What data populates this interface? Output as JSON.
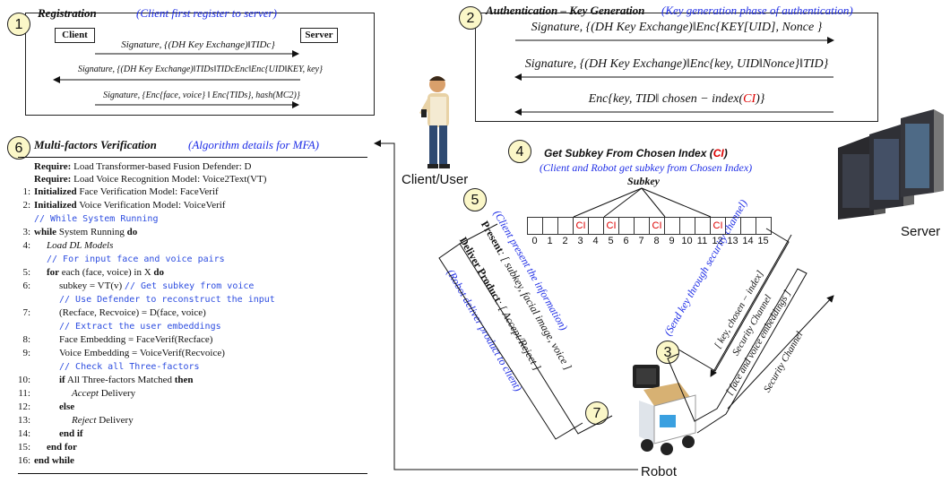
{
  "steps": {
    "registration": {
      "num": "1",
      "title": "Registration",
      "subtitle": "(Client first register to server)",
      "client_label": "Client",
      "server_label": "Server",
      "msg1": "Signature, {(DH Key Exchange)‖TIDc}",
      "msg2": "Signature, {(DH Key Exchange)‖TIDs‖TIDcEnc‖Enc{UID‖KEY, key}",
      "msg3": "Signature, {Enc{face, voice} ‖ Enc{TIDs}, hash(MC2)}"
    },
    "authentication": {
      "num": "2",
      "title": "Authentication – Key Generation",
      "subtitle": "(Key generation phase of authentication)",
      "msg1": "Signature, {(DH Key Exchange)‖Enc{KEY[UID], Nonce }",
      "msg2": "Signature, {(DH Key Exchange)‖Enc{key, UID‖Nonce}‖TID}",
      "msg3_prefix": "Enc{key, TID‖ chosen − index(",
      "msg3_ci": "CI",
      "msg3_suffix": ")}"
    },
    "send_key": {
      "num": "3",
      "subtitle": "(Send key through security channel)",
      "line1": "[ key, chosen − index]",
      "line2": "Security Channel",
      "line3": "[ face and voice embeddings ]",
      "line4": "Security Channel"
    },
    "subkey": {
      "num": "4",
      "title_prefix": "Get Subkey From Chosen Index (",
      "title_ci": "CI",
      "title_suffix": ")",
      "subtitle": "(Client and Robot get subkey from Chosen Index)",
      "label": "Subkey",
      "cells": [
        "",
        "",
        "",
        "CI",
        "",
        "CI",
        "",
        "",
        "CI",
        "",
        "",
        "",
        "CI",
        "",
        "",
        ""
      ],
      "indices": [
        "0",
        "1",
        "2",
        "3",
        "4",
        "5",
        "6",
        "7",
        "8",
        "9",
        "10",
        "11",
        "12",
        "13",
        "14",
        "15"
      ]
    },
    "present": {
      "num": "5",
      "subtitle": "(Client present the information)",
      "label": "Present",
      "content": ": [ subkey, facial image, voice ]"
    },
    "mfa": {
      "num": "6",
      "title": "Multi-factors Verification",
      "subtitle": "(Algorithm details for MFA)"
    },
    "deliver": {
      "num": "7",
      "subtitle": "(Robot deliver product to client)",
      "label": "Deliver Product",
      "content": ": [ Accept/Reject ]"
    }
  },
  "actors": {
    "client": "Client/User",
    "server": "Server",
    "robot": "Robot"
  },
  "algorithm": {
    "req1_label": "Require:",
    "req1_text": "Load Transformer-based Fusion Defender: D",
    "req2_label": "Require:",
    "req2_text": "Load Voice Recognition Model: Voice2Text(VT)",
    "lines": [
      {
        "n": "1:",
        "indent": 0,
        "bold": "Initialized",
        "text": " Face Verification Model: FaceVerif"
      },
      {
        "n": "2:",
        "indent": 0,
        "bold": "Initialized",
        "text": " Voice Verification Model: VoiceVerif"
      },
      {
        "n": "",
        "indent": 0,
        "comment": "// While System Running"
      },
      {
        "n": "3:",
        "indent": 0,
        "bold": "while",
        "text": " System Running ",
        "bold2": "do"
      },
      {
        "n": "4:",
        "indent": 1,
        "italic": "Load DL Models"
      },
      {
        "n": "",
        "indent": 1,
        "comment": "// For input face and voice pairs"
      },
      {
        "n": "5:",
        "indent": 1,
        "bold": "for",
        "text": " each (face, voice) in X ",
        "bold2": "do"
      },
      {
        "n": "6:",
        "indent": 2,
        "text": "subkey = VT(v) ",
        "comment": "// Get subkey from voice"
      },
      {
        "n": "",
        "indent": 2,
        "comment": "// Use Defender to reconstruct the input"
      },
      {
        "n": "7:",
        "indent": 2,
        "text": "(Recface, Recvoice) = D(face, voice)"
      },
      {
        "n": "",
        "indent": 2,
        "comment": "// Extract the user embeddings"
      },
      {
        "n": "8:",
        "indent": 2,
        "text": "Face Embedding = FaceVerif(Recface)"
      },
      {
        "n": "9:",
        "indent": 2,
        "text": "Voice Embedding = VoiceVerif(Recvoice)"
      },
      {
        "n": "",
        "indent": 2,
        "comment": "// Check all Three-factors"
      },
      {
        "n": "10:",
        "indent": 2,
        "bold": "if",
        "text": " All Three-factors Matched ",
        "bold2": "then"
      },
      {
        "n": "11:",
        "indent": 3,
        "italic": "Accept",
        "text": " Delivery"
      },
      {
        "n": "12:",
        "indent": 2,
        "bold": "else"
      },
      {
        "n": "13:",
        "indent": 3,
        "italic": "Reject",
        "text": " Delivery"
      },
      {
        "n": "14:",
        "indent": 2,
        "bold": "end if"
      },
      {
        "n": "15:",
        "indent": 1,
        "bold": "end for"
      },
      {
        "n": "16:",
        "indent": 0,
        "bold": "end while"
      }
    ]
  },
  "colors": {
    "accent_blue": "#1f2ee6",
    "ci_red": "#dd0000",
    "circle_fill": "#fbf7c8"
  }
}
